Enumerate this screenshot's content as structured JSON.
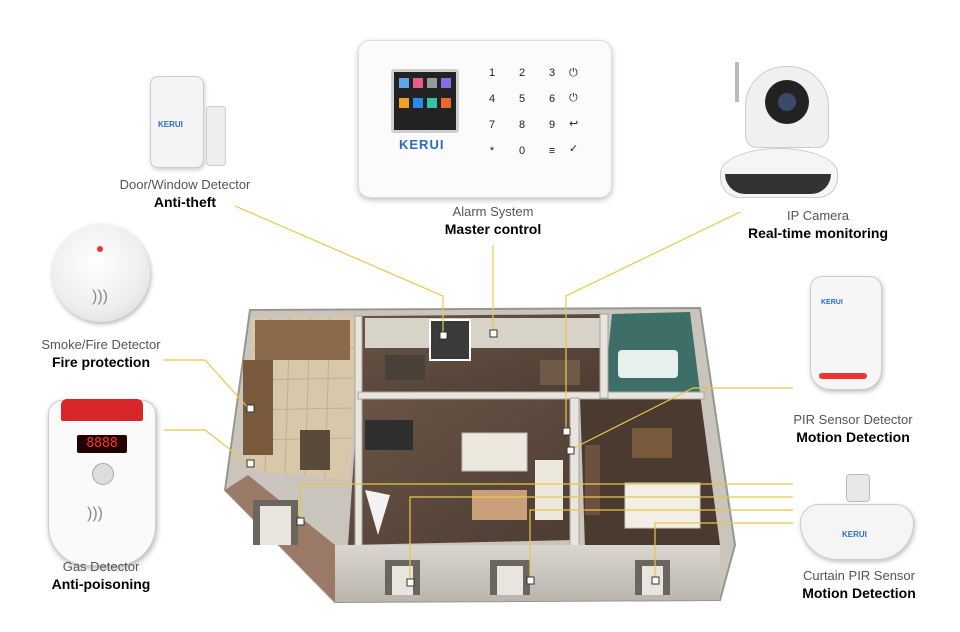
{
  "brand": "KERUI",
  "alarm_system": {
    "name": "Alarm System",
    "role": "Master control",
    "keypad": [
      "1",
      "2",
      "3",
      "4",
      "5",
      "6",
      "7",
      "8",
      "9",
      "*",
      "0",
      "≡"
    ]
  },
  "devices": {
    "door_window": {
      "name": "Door/Window Detector",
      "role": "Anti-theft"
    },
    "ip_camera": {
      "name": "IP Camera",
      "role": "Real-time monitoring"
    },
    "smoke_fire": {
      "name": "Smoke/Fire Detector",
      "role": "Fire protection"
    },
    "pir_sensor": {
      "name": "PIR Sensor Detector",
      "role": "Motion Detection"
    },
    "gas": {
      "name": "Gas Detector",
      "role": "Anti-poisoning"
    },
    "curtain_pir": {
      "name": "Curtain PIR Sensor",
      "role": "Motion Detection"
    }
  },
  "gas_display": "8888",
  "colors": {
    "connector": "#e8c84a",
    "gas_red": "#d9262b"
  }
}
